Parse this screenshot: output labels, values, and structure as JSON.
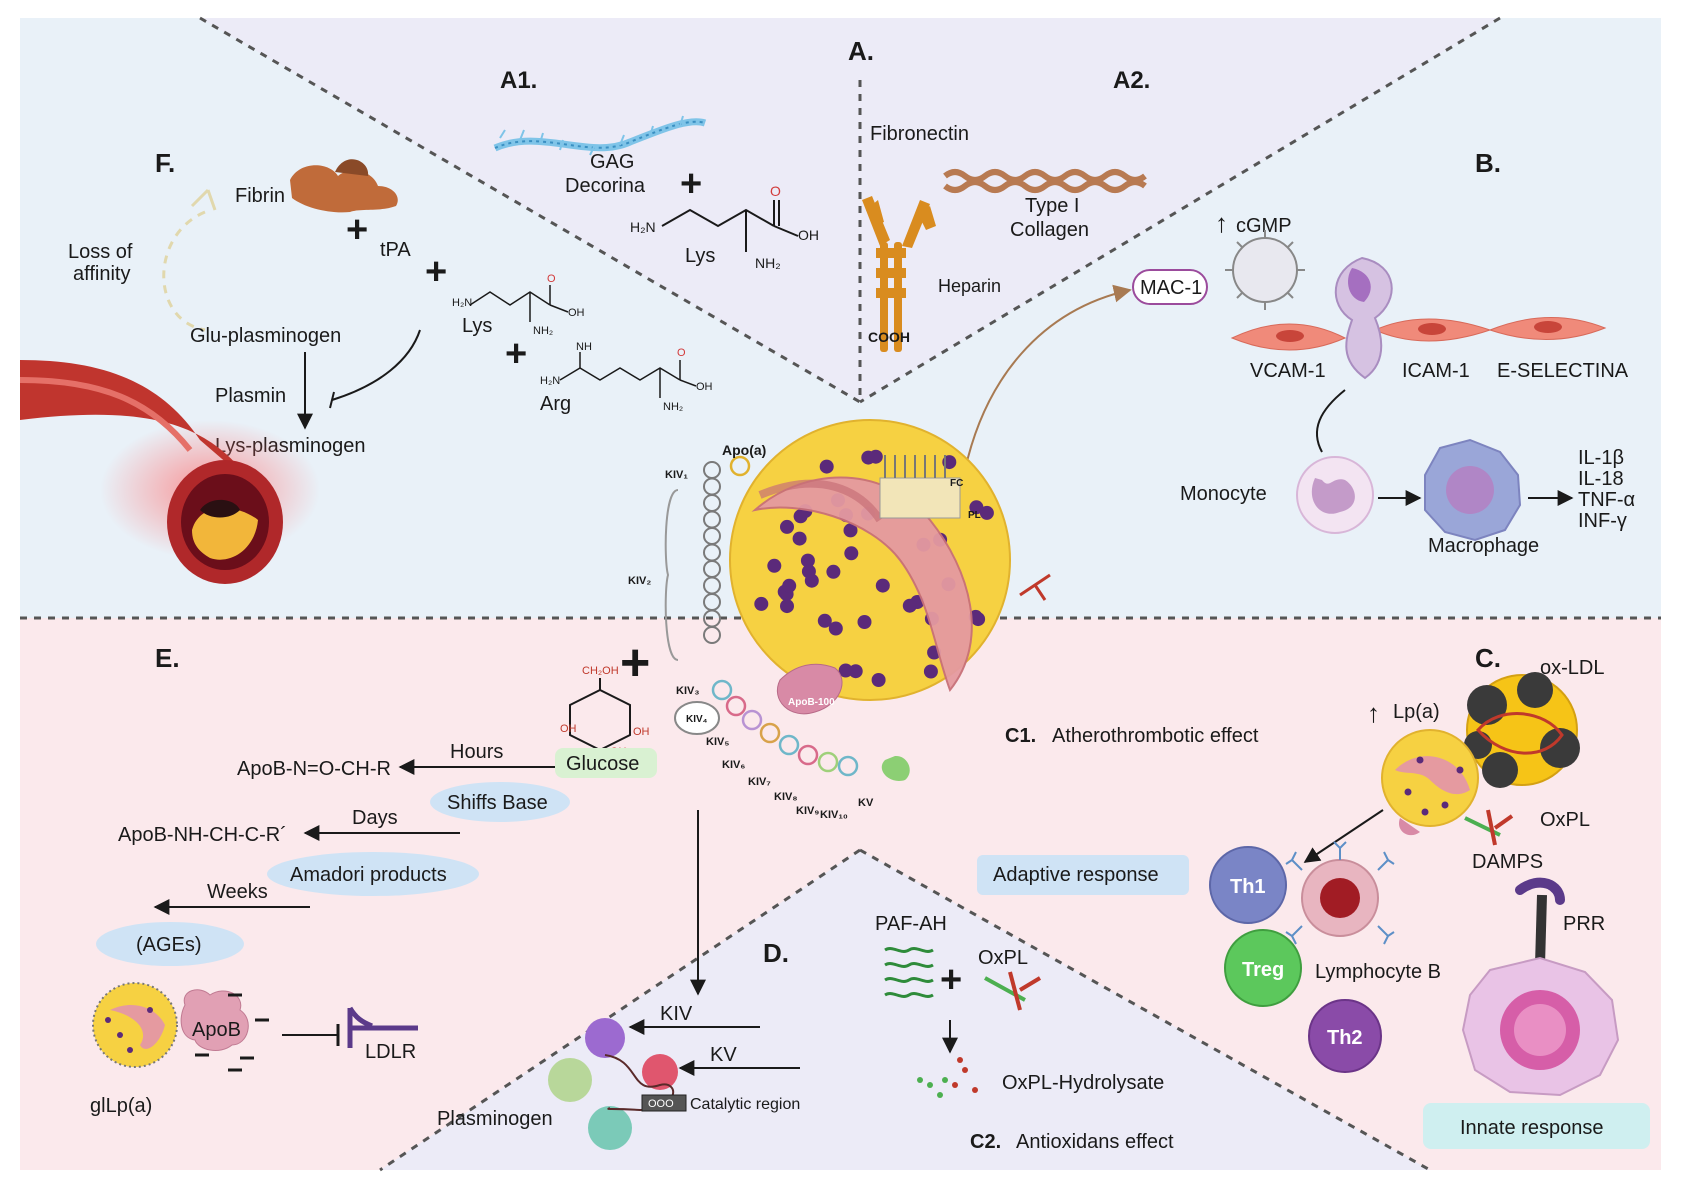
{
  "section_labels": {
    "a": "A.",
    "a1": "A1.",
    "a2": "A2.",
    "b": "B.",
    "c": "C.",
    "d": "D.",
    "e": "E.",
    "f": "F.",
    "c1": "C1.",
    "c2": "C2."
  },
  "a1": {
    "gag": "GAG",
    "decorina": "Decorina",
    "lys": "Lys"
  },
  "a2": {
    "fibronectin": "Fibronectin",
    "collagen_line1": "Type I",
    "collagen_line2": "Collagen",
    "heparin": "Heparin",
    "cooh": "COOH"
  },
  "b": {
    "mac1": "MAC-1",
    "cgmp": "cGMP",
    "vcam": "VCAM-1",
    "icam": "ICAM-1",
    "eselectina": "E-SELECTINA",
    "monocyte": "Monocyte",
    "macrophage": "Macrophage",
    "cytokines": [
      "IL-1β",
      "IL-18",
      "TNF-α",
      "INF-γ"
    ]
  },
  "f": {
    "fibrin": "Fibrin",
    "tpa": "tPA",
    "loss_line1": "Loss of",
    "loss_line2": "affinity",
    "lys": "Lys",
    "arg": "Arg",
    "glu_plasminogen": "Glu-plasminogen",
    "plasmin": "Plasmin",
    "lys_plasminogen": "Lys-plasminogen"
  },
  "center": {
    "apoa": "Apo(a)",
    "kiv1": "KIV₁",
    "kiv2": "KIV₂",
    "kiv3": "KIV₃",
    "kiv4": "KIV₄",
    "kiv5": "KIV₅",
    "kiv6": "KIV₆",
    "kiv7": "KIV₇",
    "kiv8": "KIV₈",
    "kiv9": "KIV₉",
    "kiv10": "KIV₁₀",
    "kv": "KV",
    "apob100": "ApoB-100"
  },
  "e": {
    "glucose": "Glucose",
    "hours": "Hours",
    "schiff_product": "ApoB-N=O-CH-R",
    "shiffs_base": "Shiffs Base",
    "days": "Days",
    "amadori_product": "ApoB-NH-CH-C-R´",
    "amadori": "Amadori products",
    "weeks": "Weeks",
    "ages": "(AGEs)",
    "apob": "ApoB",
    "ldlr": "LDLR",
    "gllpa": "glLp(a)"
  },
  "c": {
    "oxldl": "ox-LDL",
    "lpa": "Lp(a)",
    "oxpl": "OxPL",
    "damps": "DAMPS",
    "prr": "PRR",
    "c1_text": "Atherothrombotic effect",
    "adaptive": "Adaptive response",
    "th1": "Th1",
    "treg": "Treg",
    "th2": "Th2",
    "lymphocyte_b": "Lymphocyte B",
    "innate": "Innate response"
  },
  "c2": {
    "pafah": "PAF-AH",
    "oxpl": "OxPL",
    "hydrolysate": "OxPL-Hydrolysate",
    "c2_text": "Antioxidans effect"
  },
  "d": {
    "kiv": "KIV",
    "kv": "KV",
    "plasminogen": "Plasminogen",
    "catalytic": "Catalytic region",
    "ooo": "OOO"
  },
  "colors": {
    "top_bg": "#e9f1f8",
    "bottom_bg": "#fbe9ec",
    "wedge_bg": "#ecebf7",
    "particle": "#f6d142",
    "dot": "#5b2a7a",
    "pill": "#cfe3f5"
  }
}
